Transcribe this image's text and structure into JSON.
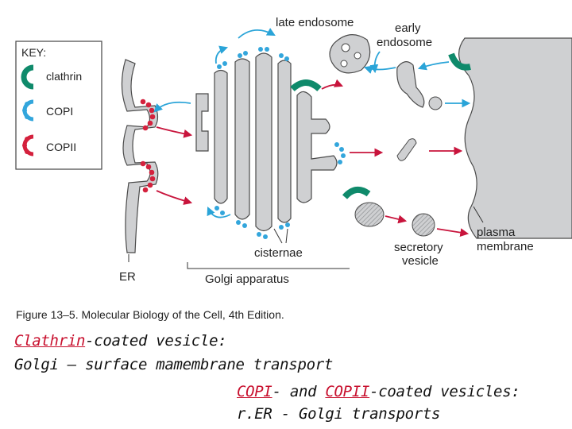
{
  "key": {
    "title": "KEY:",
    "items": [
      "clathrin",
      "COPI",
      "COPII"
    ]
  },
  "labels": {
    "late_endosome": "late endosome",
    "early_endosome_1": "early",
    "early_endosome_2": "endosome",
    "er": "ER",
    "golgi": "Golgi apparatus",
    "cisternae": "cisternae",
    "secretory_1": "secretory",
    "secretory_2": "vesicle",
    "plasma_1": "plasma",
    "plasma_2": "membrane"
  },
  "figure_caption": "Figure 13–5. Molecular Biology of the Cell, 4th Edition.",
  "notes": {
    "line1_highlight": "Clathrin",
    "line1_rest": "-coated vesicle:",
    "line2": "Golgi – surface mamembrane transport",
    "line3_highlight_a": "COPI",
    "line3_mid": "- and ",
    "line3_highlight_b": "COPII",
    "line3_rest": "-coated vesicles:",
    "line4": "r.ER - Golgi transports"
  },
  "colors": {
    "clathrin": "#0f8a6b",
    "copi": "#33a6dc",
    "copii": "#d4213d",
    "organelle_fill": "#cfd0d2",
    "arrow_red": "#c8143c",
    "arrow_blue": "#2aa4d8",
    "highlight_text": "#c8102e"
  },
  "icons": [
    "clathrin-coat-icon",
    "copi-coat-icon",
    "copii-coat-icon"
  ]
}
